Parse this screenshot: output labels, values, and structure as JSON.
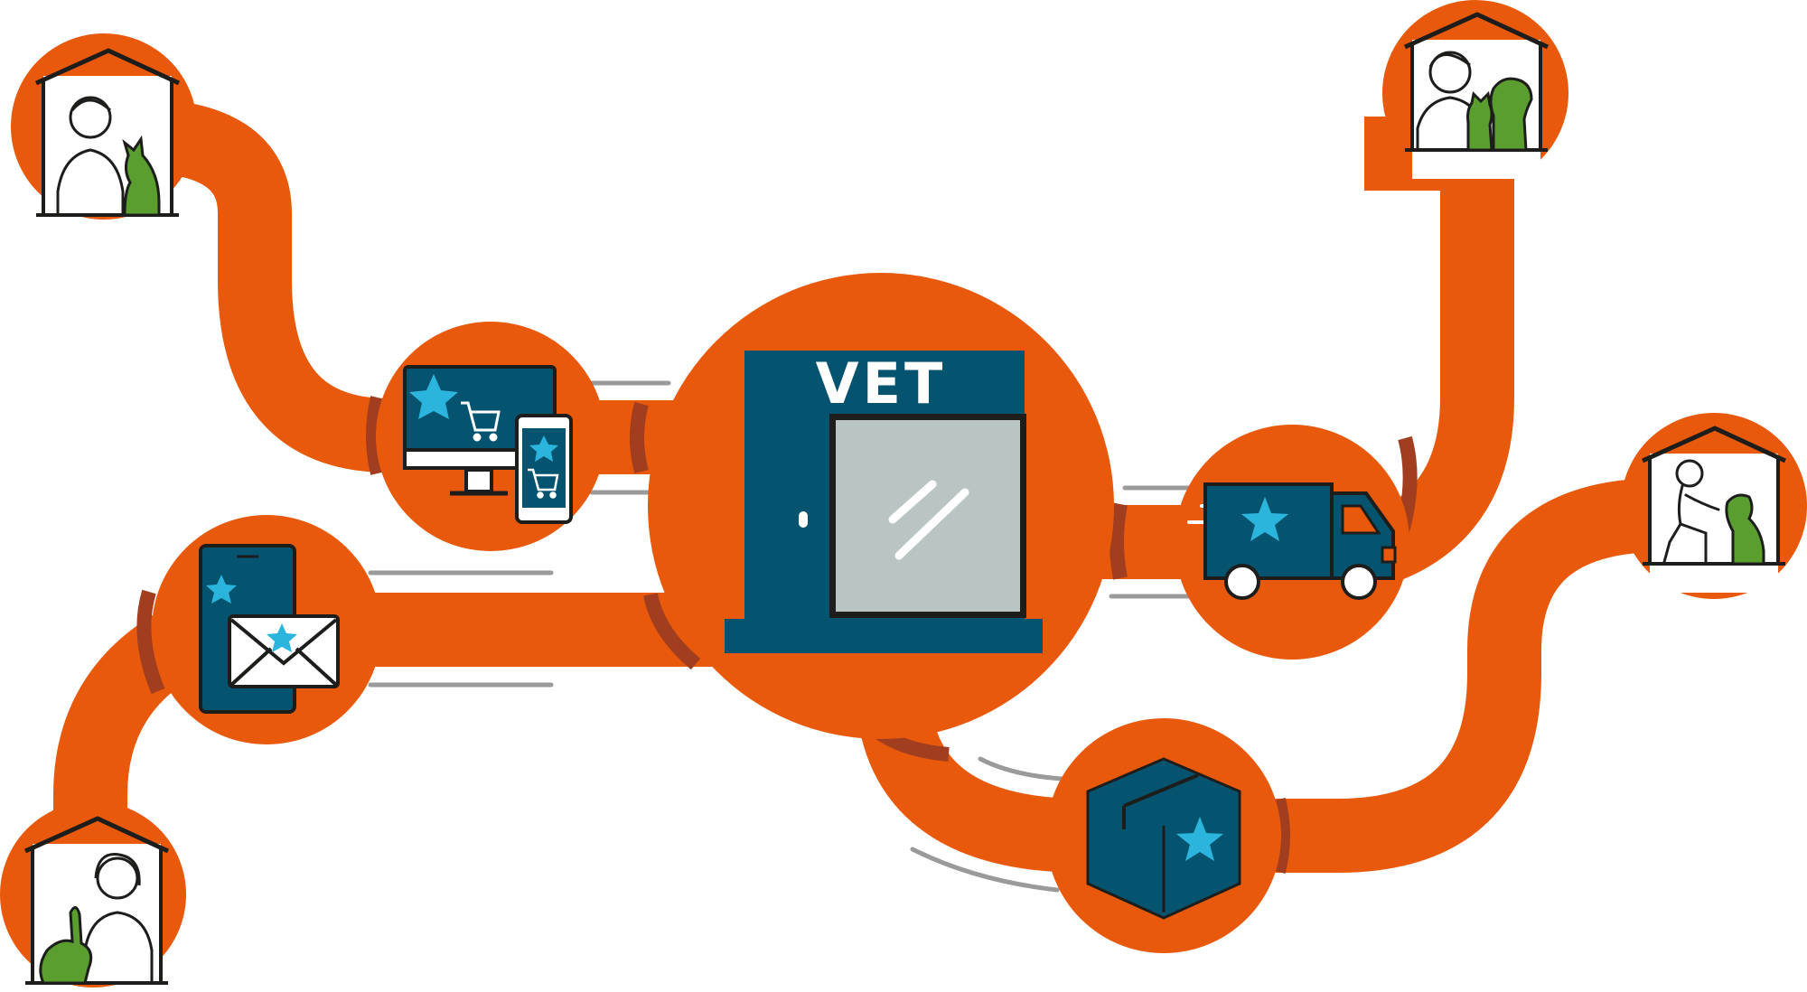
{
  "vet_sign": "VET",
  "colors": {
    "route": "#e8590c",
    "route_shadow": "#a13e1f",
    "navy": "#045470",
    "star": "#2bb5dd",
    "pet_green": "#5a9e2f",
    "glass": "#bac4c2",
    "speed_lines": "#9a9a9a"
  },
  "nodes": [
    {
      "id": "home-cat-owner",
      "icon": "house-woman-cat-icon"
    },
    {
      "id": "online-shop",
      "icon": "desktop-mobile-shop-icon"
    },
    {
      "id": "phone-email",
      "icon": "phone-email-icon"
    },
    {
      "id": "home-rabbit-owner",
      "icon": "house-woman-rabbit-icon"
    },
    {
      "id": "vet-clinic",
      "icon": "vet-clinic-icon"
    },
    {
      "id": "delivery-truck",
      "icon": "delivery-truck-icon"
    },
    {
      "id": "home-cat-dog-owner",
      "icon": "house-man-cat-dog-icon"
    },
    {
      "id": "parcel-box",
      "icon": "parcel-box-icon"
    },
    {
      "id": "home-dog-owner",
      "icon": "house-woman-dog-icon"
    }
  ]
}
